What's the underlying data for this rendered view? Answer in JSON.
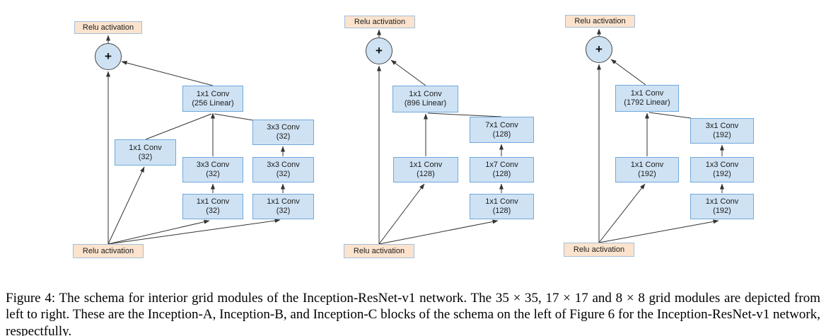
{
  "colors": {
    "conv_fill": "#cfe2f3",
    "conv_border": "#6fa8dc",
    "relu_fill": "#fbe3cd",
    "relu_border": "#a3bfdb",
    "arrow": "#333333"
  },
  "caption": "Figure 4: The schema for interior grid modules of the Inception-ResNet-v1 network. The 35 × 35, 17 × 17 and 8 × 8 grid modules are depicted from left to right. These are the Inception-A, Inception-B, and Inception-C blocks of the schema on the left of Figure 6 for the Inception-ResNet-v1 network, respectfully.",
  "diagrams": [
    {
      "relu_top": "Relu activation",
      "plus": "+",
      "relu_bottom": "Relu activation",
      "nodes": {
        "linear": {
          "l1": "1x1 Conv",
          "l2": "(256 Linear)"
        },
        "b1": {
          "l1": "1x1 Conv",
          "l2": "(32)"
        },
        "b2_conv": {
          "l1": "3x3 Conv",
          "l2": "(32)"
        },
        "b2_in": {
          "l1": "1x1 Conv",
          "l2": "(32)"
        },
        "b3_top": {
          "l1": "3x3 Conv",
          "l2": "(32)"
        },
        "b3_mid": {
          "l1": "3x3 Conv",
          "l2": "(32)"
        },
        "b3_in": {
          "l1": "1x1 Conv",
          "l2": "(32)"
        }
      }
    },
    {
      "relu_top": "Relu activation",
      "plus": "+",
      "relu_bottom": "Relu activation",
      "nodes": {
        "linear": {
          "l1": "1x1 Conv",
          "l2": "(896 Linear)"
        },
        "b1": {
          "l1": "1x1 Conv",
          "l2": "(128)"
        },
        "b2_top": {
          "l1": "7x1 Conv",
          "l2": "(128)"
        },
        "b2_mid": {
          "l1": "1x7 Conv",
          "l2": "(128)"
        },
        "b2_in": {
          "l1": "1x1 Conv",
          "l2": "(128)"
        }
      }
    },
    {
      "relu_top": "Relu activation",
      "plus": "+",
      "relu_bottom": "Relu activation",
      "nodes": {
        "linear": {
          "l1": "1x1 Conv",
          "l2": "(1792 Linear)"
        },
        "b1": {
          "l1": "1x1 Conv",
          "l2": "(192)"
        },
        "b2_top": {
          "l1": "3x1 Conv",
          "l2": "(192)"
        },
        "b2_mid": {
          "l1": "1x3 Conv",
          "l2": "(192)"
        },
        "b2_in": {
          "l1": "1x1 Conv",
          "l2": "(192)"
        }
      }
    }
  ]
}
